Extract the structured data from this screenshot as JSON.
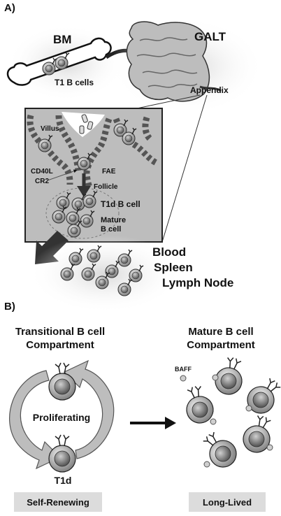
{
  "panel_a": {
    "label": "A)",
    "bm": "BM",
    "galt": "GALT",
    "t1_b_cells": "T1 B cells",
    "appendix": "Appendix",
    "villus": "Villus",
    "cd40l": "CD40L",
    "cr2": "CR2",
    "fae": "FAE",
    "follicle": "Follicle",
    "t1d_b_cell": "T1d B cell",
    "mature_line1": "Mature",
    "mature_line2": "B cell",
    "blood": "Blood",
    "spleen": "Spleen",
    "lymph_node": "Lymph Node"
  },
  "panel_b": {
    "label": "B)",
    "transitional_line1": "Transitional B cell",
    "transitional_line2": "Compartment",
    "mature_line1": "Mature B cell",
    "mature_line2": "Compartment",
    "baff": "BAFF",
    "proliferating": "Proliferating",
    "t1d": "T1d",
    "self_renewing": "Self-Renewing",
    "long_lived": "Long-Lived"
  }
}
